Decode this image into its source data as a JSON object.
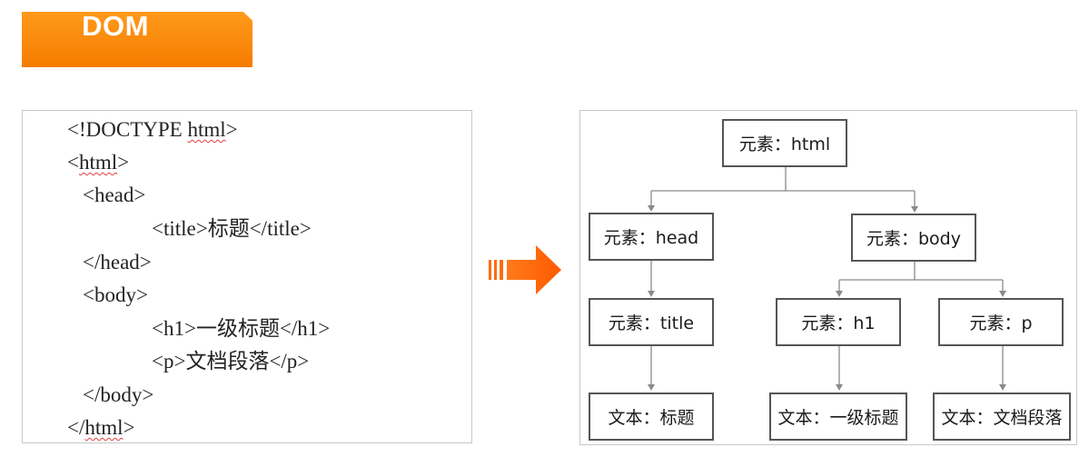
{
  "header": {
    "title": "DOM"
  },
  "code": {
    "lines": [
      {
        "pre": "<!DOCTYPE ",
        "mark": "html",
        "post": ">"
      },
      {
        "pre": "<",
        "mark": "html",
        "post": ">"
      },
      {
        "pre": "<head>",
        "mark": "",
        "post": ""
      },
      {
        "pre": "<title>标题</title>",
        "mark": "",
        "post": ""
      },
      {
        "pre": "</head>",
        "mark": "",
        "post": ""
      },
      {
        "pre": "<body>",
        "mark": "",
        "post": ""
      },
      {
        "pre": "<h1>一级标题</h1>",
        "mark": "",
        "post": ""
      },
      {
        "pre": "<p>文档段落</p>",
        "mark": "",
        "post": ""
      },
      {
        "pre": "</body>",
        "mark": "",
        "post": ""
      },
      {
        "pre": "</",
        "mark": "html",
        "post": ">"
      }
    ]
  },
  "tree": {
    "nodes": {
      "html": "元素：html",
      "head": "元素：head",
      "body": "元素：body",
      "title": "元素：title",
      "h1": "元素：h1",
      "p": "元素：p",
      "text_title": "文本：标题",
      "text_h1": "文本：一级标题",
      "text_p": "文本：文档段落"
    }
  },
  "colors": {
    "accent": "#f57c00",
    "node_border": "#555555",
    "connector": "#8a8a8a",
    "spellcheck": "#e04040"
  }
}
